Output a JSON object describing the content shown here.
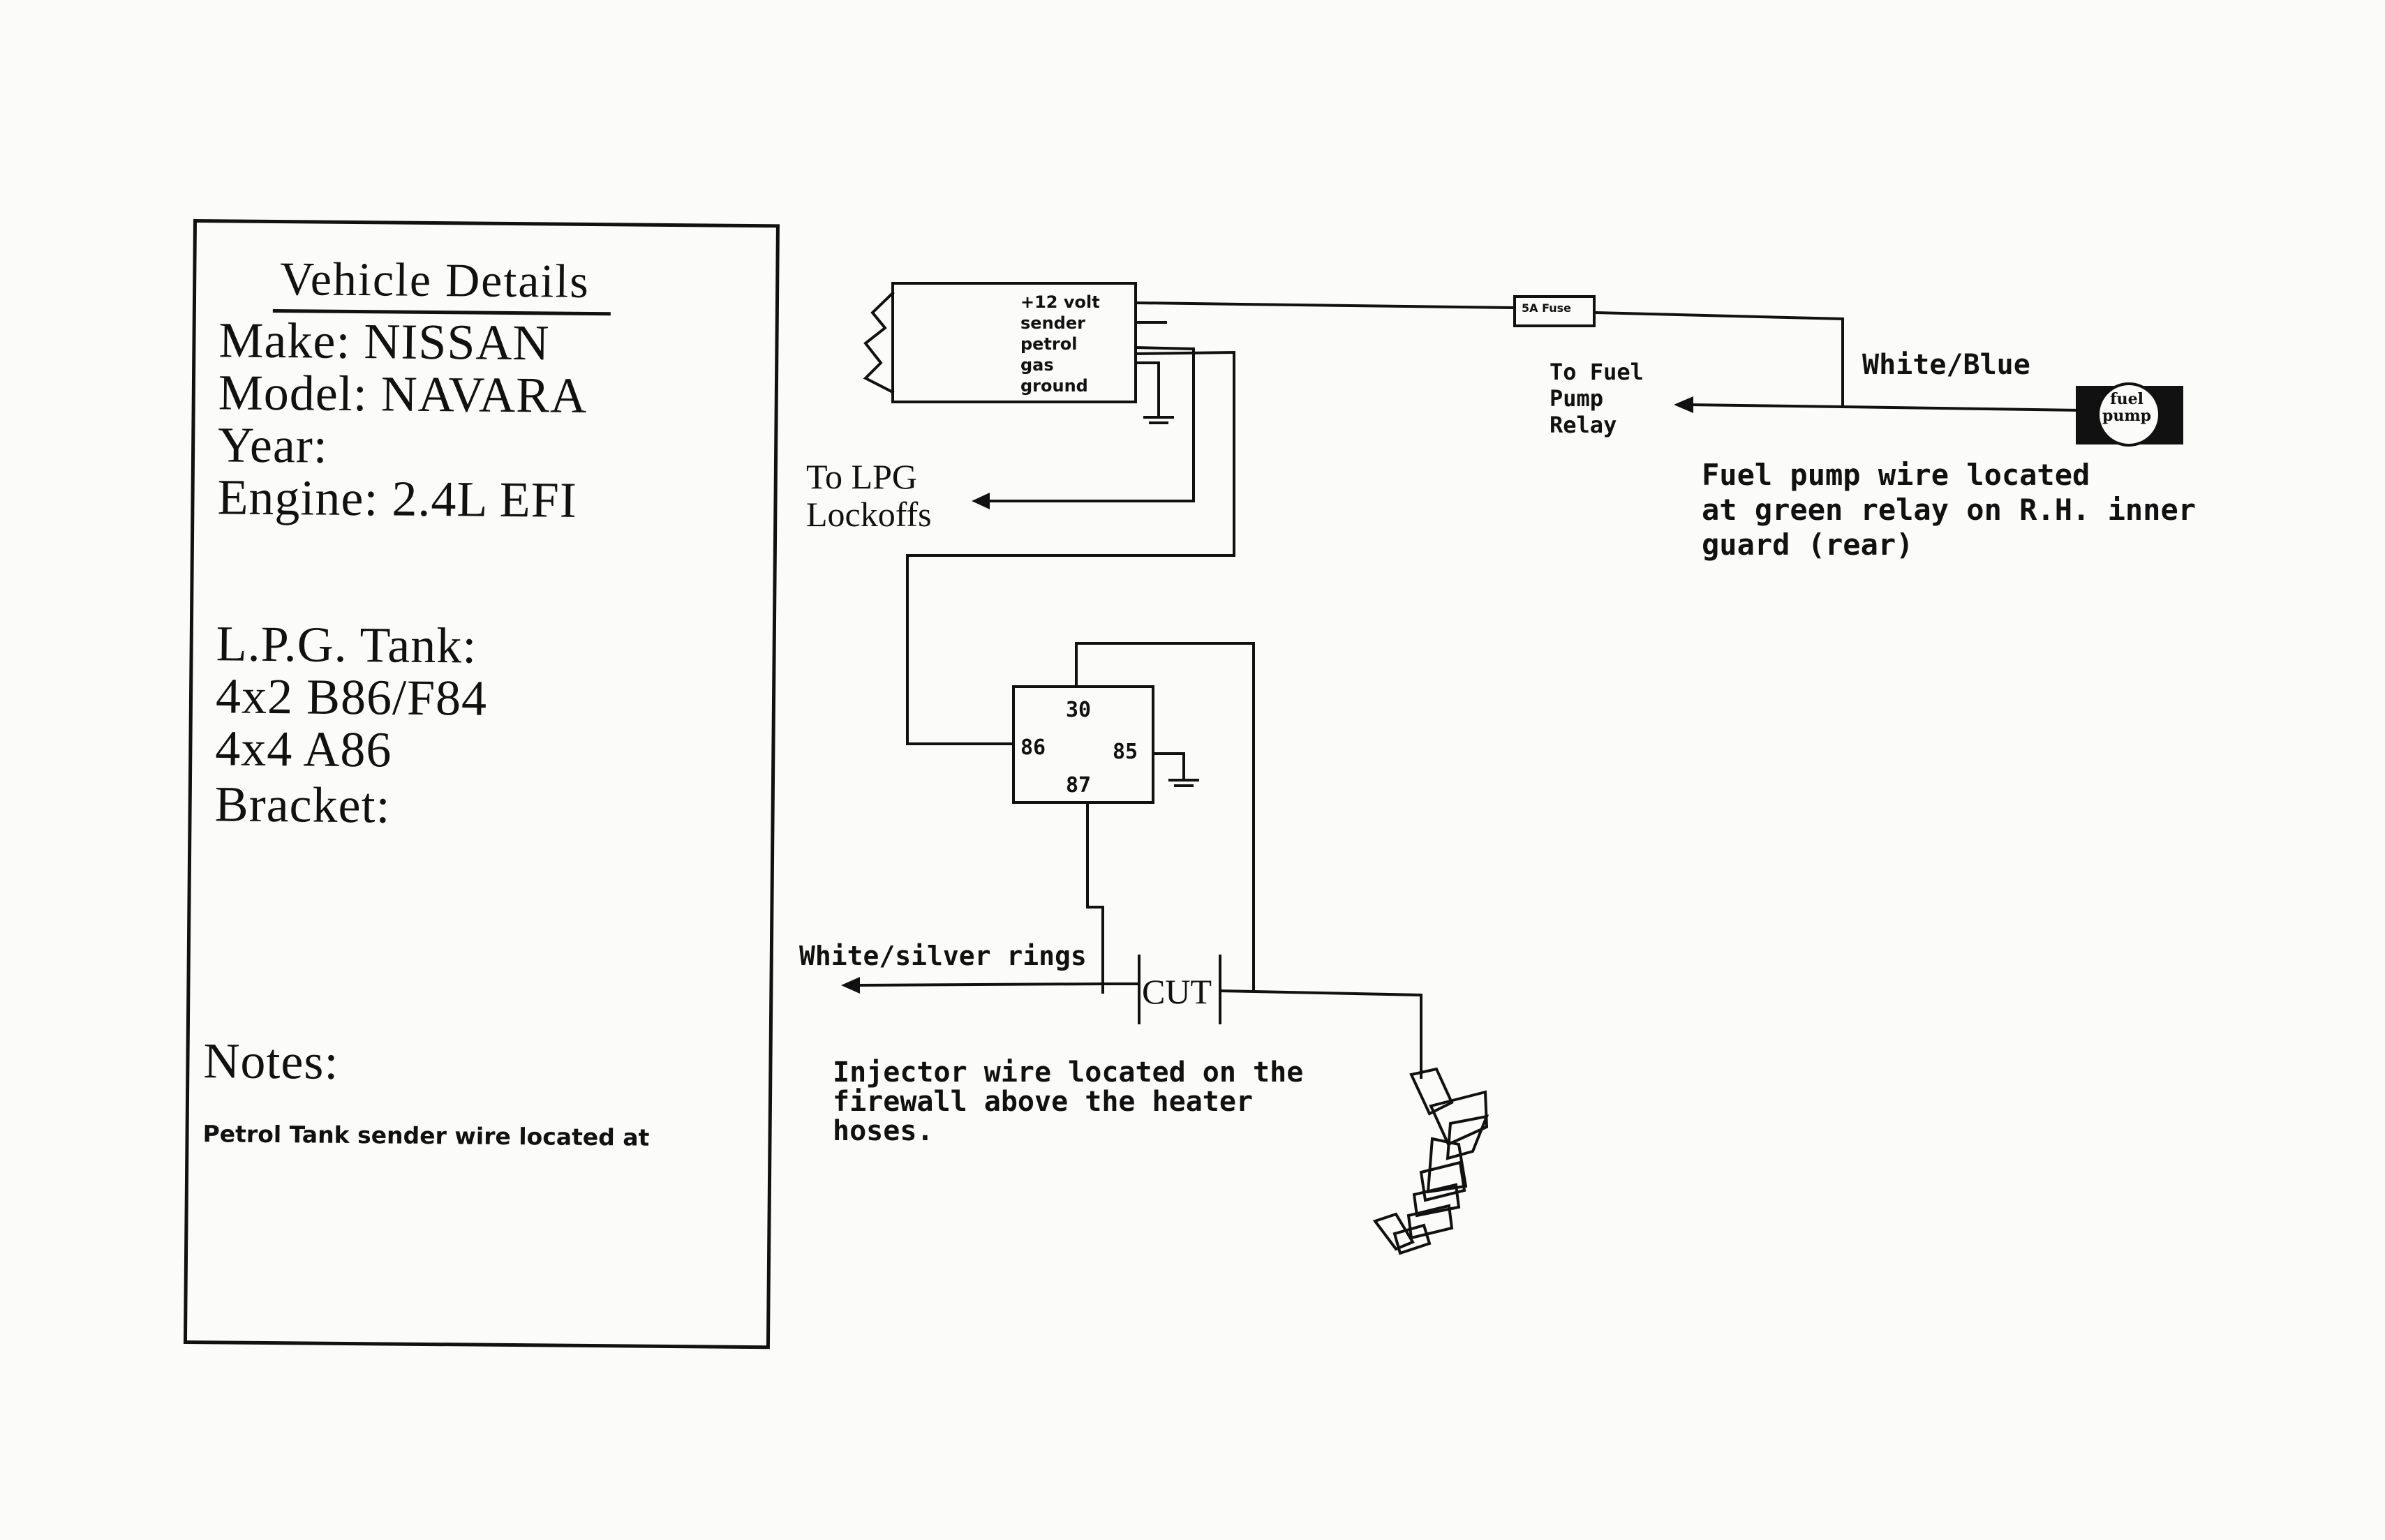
{
  "vehicle_details": {
    "title": "Vehicle Details",
    "make": "Make:  NISSAN",
    "model": "Model:  NAVARA",
    "year": "Year:",
    "engine": "Engine:  2.4L  EFI",
    "lpg_tank_label": "L.P.G.  Tank:",
    "tank_4x2": "4x2  B86/F84",
    "tank_4x4": "4x4  A86",
    "bracket": "Bracket:",
    "notes_label": "Notes:",
    "notes_text": "Petrol Tank sender wire located at"
  },
  "sender_unit": {
    "terminals": [
      "+12 volt",
      "sender",
      "petrol",
      "gas",
      "ground"
    ]
  },
  "fuse": {
    "label": "5A Fuse"
  },
  "labels": {
    "to_lpg_lockoffs": [
      "To  LPG",
      "Lockoffs"
    ],
    "to_fuel_pump_relay": [
      "To Fuel",
      "Pump",
      "Relay"
    ],
    "white_blue": "White/Blue",
    "fuel_pump": [
      "fuel",
      "pump"
    ],
    "fuel_pump_note": [
      "Fuel pump wire located",
      "at green relay on R.H. inner",
      "guard (rear)"
    ],
    "white_silver_rings": "White/silver rings",
    "cut": "CUT",
    "injector_note": [
      "Injector wire located on the",
      "firewall above the heater",
      "hoses."
    ]
  },
  "relay": {
    "pins": {
      "p30": "30",
      "p86": "86",
      "p85": "85",
      "p87": "87"
    }
  }
}
